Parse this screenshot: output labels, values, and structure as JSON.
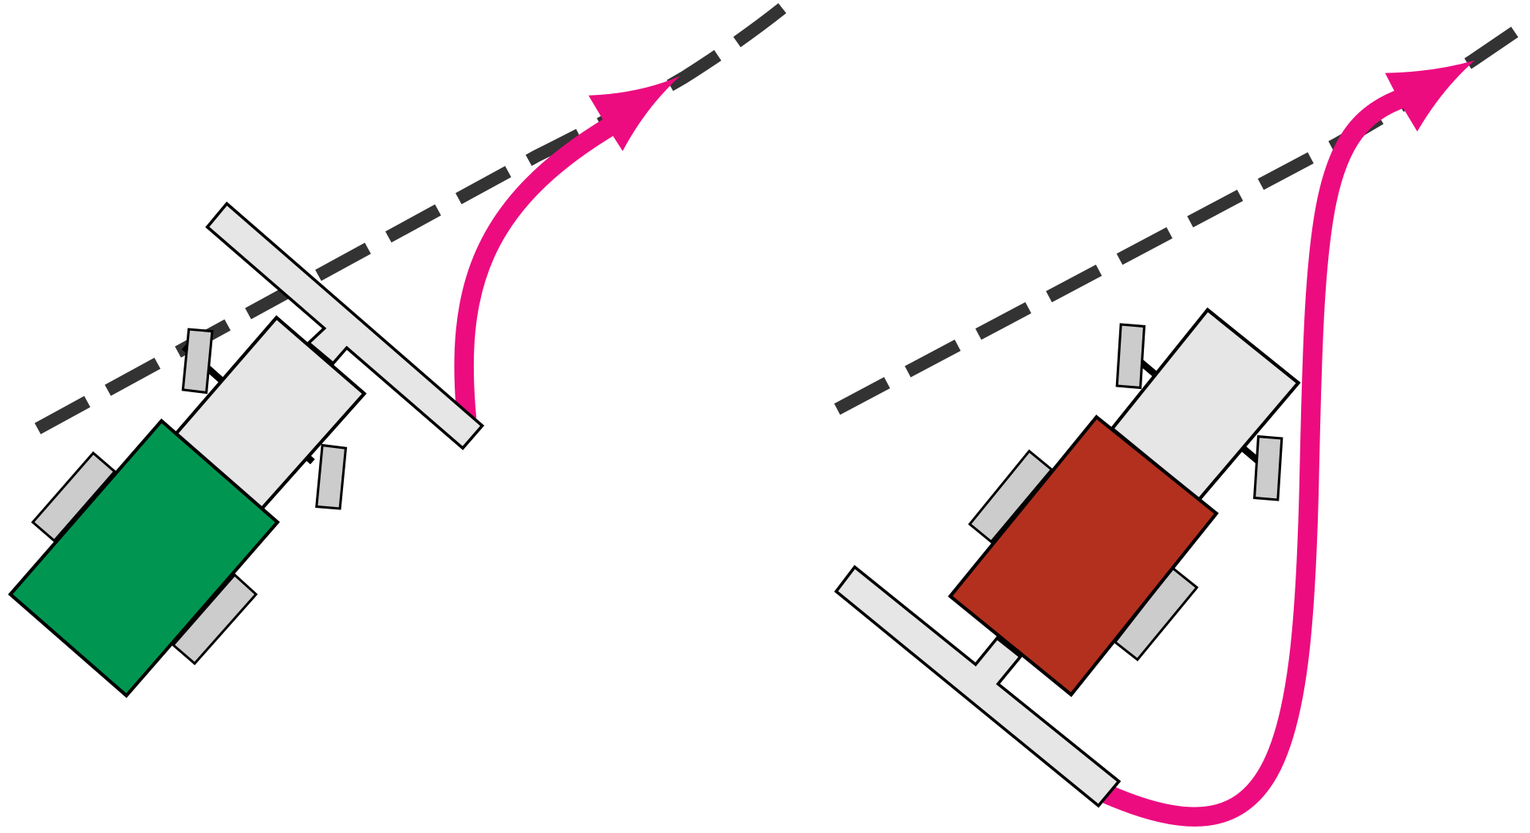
{
  "diagram": {
    "panels": [
      {
        "name": "left",
        "tractor_color": "#009651",
        "maneuver": "tight-turn"
      },
      {
        "name": "right",
        "tractor_color": "#b3301e",
        "maneuver": "loop-turn"
      }
    ],
    "colors": {
      "guide_line": "#333333",
      "turn_path": "#ec0c80",
      "implement": "#e6e6e6",
      "wheel": "#cccccc"
    }
  }
}
